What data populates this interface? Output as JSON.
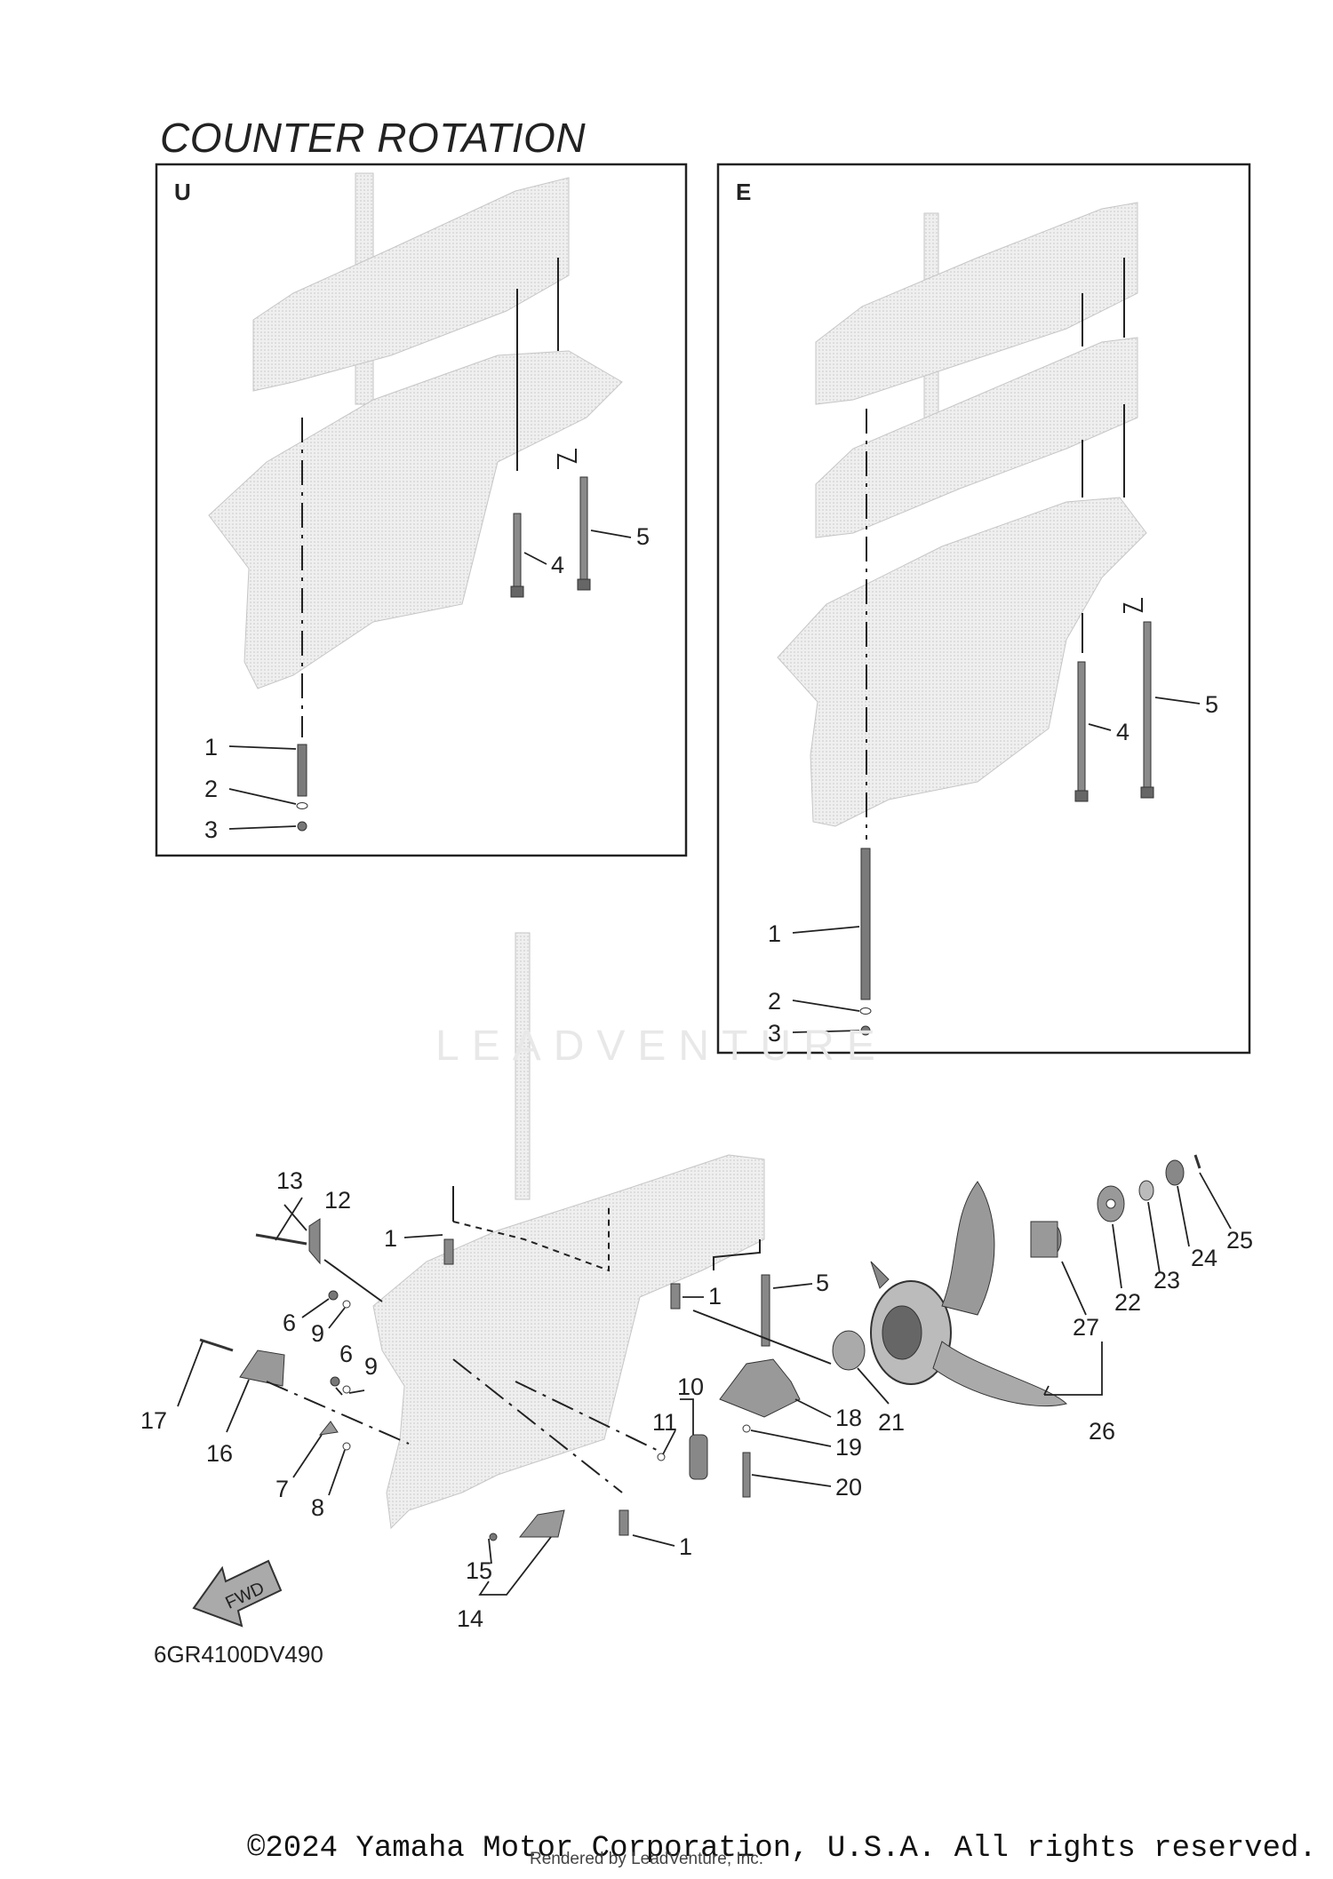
{
  "title": "COUNTER ROTATION",
  "insets": [
    {
      "label": "U",
      "callouts": [
        "1",
        "2",
        "3",
        "4",
        "5"
      ]
    },
    {
      "label": "E",
      "callouts": [
        "1",
        "2",
        "3",
        "4",
        "5"
      ]
    }
  ],
  "main_callouts": [
    "1",
    "1",
    "1",
    "5",
    "6",
    "9",
    "6",
    "9",
    "7",
    "8",
    "10",
    "11",
    "12",
    "13",
    "14",
    "15",
    "16",
    "17",
    "18",
    "19",
    "20",
    "21",
    "22",
    "23",
    "24",
    "25",
    "26",
    "27"
  ],
  "fwd_label": "FWD",
  "part_code": "6GR4100DV490",
  "watermark": "LEADVENTURE",
  "copyright": "©2024 Yamaha Motor Corporation, U.S.A. All rights reserved.",
  "rendered_by": "Rendered by LeadVenture, Inc.",
  "colors": {
    "housing_fill": "#e6e6e6",
    "housing_stroke": "#bdbdbd",
    "part_dark": "#555555",
    "line": "#222222"
  }
}
